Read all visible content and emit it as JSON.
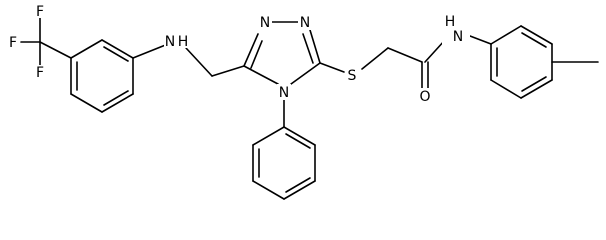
{
  "molecule": {
    "atoms": {
      "f_top": "F",
      "f_left": "F",
      "f_bottom": "F",
      "n_amine": "N",
      "h_amine": "H",
      "n_triazole_top_left": "N",
      "n_triazole_top_right": "N",
      "n_triazole_bottom": "N",
      "s_thioether": "S",
      "o_carbonyl": "O",
      "n_amide": "N",
      "h_amide": "H"
    }
  }
}
